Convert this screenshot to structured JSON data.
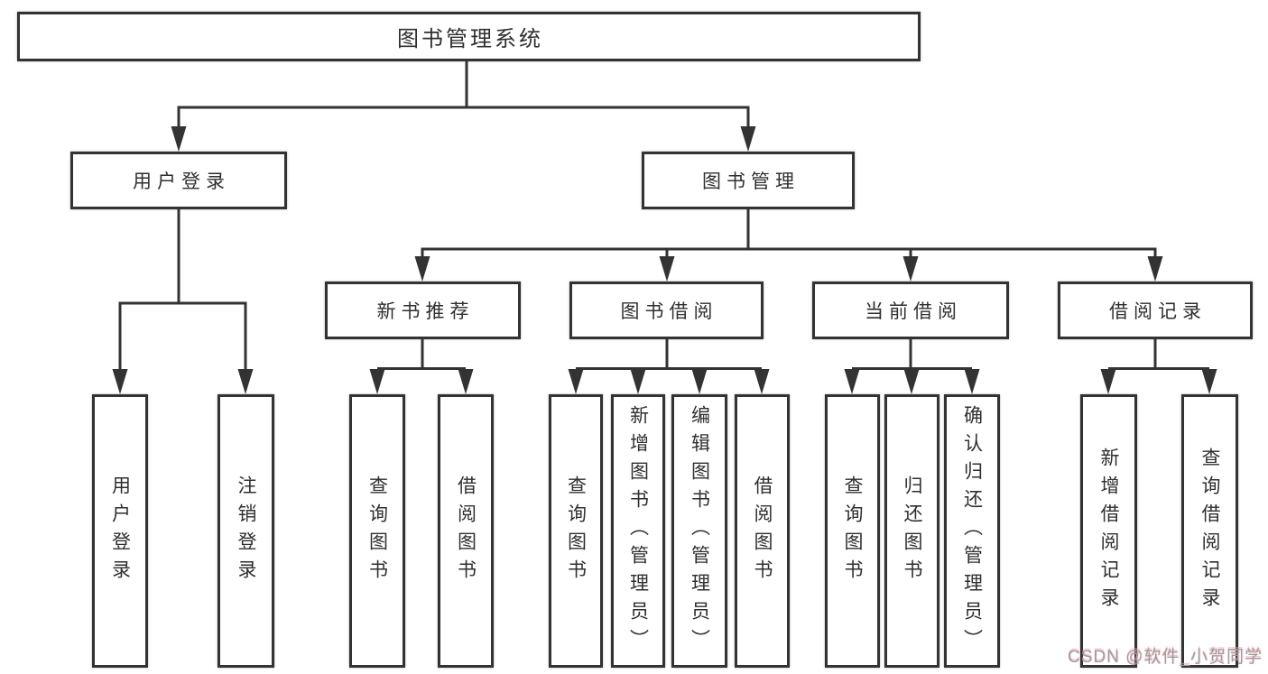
{
  "tree": {
    "root": {
      "label": "图书管理系统",
      "children": [
        {
          "label": "用户登录",
          "children": [
            {
              "label": "用户登录"
            },
            {
              "label": "注销登录"
            }
          ]
        },
        {
          "label": "图书管理",
          "children": [
            {
              "label": "新书推荐",
              "children": [
                {
                  "label": "查询图书"
                },
                {
                  "label": "借阅图书"
                }
              ]
            },
            {
              "label": "图书借阅",
              "children": [
                {
                  "label": "查询图书"
                },
                {
                  "label": "新增图书（管理员）"
                },
                {
                  "label": "编辑图书（管理员）"
                },
                {
                  "label": "借阅图书"
                }
              ]
            },
            {
              "label": "当前借阅",
              "children": [
                {
                  "label": "查询图书"
                },
                {
                  "label": "归还图书"
                },
                {
                  "label": "确认归还（管理员）"
                }
              ]
            },
            {
              "label": "借阅记录",
              "children": [
                {
                  "label": "新增借阅记录"
                },
                {
                  "label": "查询借阅记录"
                }
              ]
            }
          ]
        }
      ]
    }
  },
  "watermark": {
    "text": "CSDN @软件_小贺同学"
  },
  "colors": {
    "line": "#333333",
    "box_border": "#333333",
    "text": "#2f2f2f",
    "background": "#ffffff",
    "watermark_gray": "#9c9c9c",
    "watermark_pink": "#f4a0ac"
  }
}
